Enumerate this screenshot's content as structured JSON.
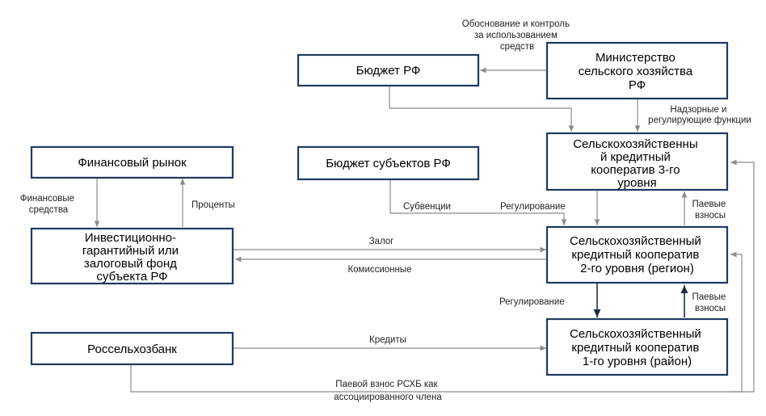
{
  "boxes": {
    "budget_rf": "Бюджет РФ",
    "ministry": [
      "Министерство",
      "сельского хозяйства",
      "РФ"
    ],
    "fin_market": "Финансовый рынок",
    "budget_subjects": "Бюджет субъектов РФ",
    "coop3": [
      "Сельскохозяйственны",
      "й кредитный",
      "кооператив 3-го",
      "уровня"
    ],
    "fund": [
      "Инвестиционно-",
      "гарантийный или",
      "залоговый фонд",
      "субъекта РФ"
    ],
    "coop2": [
      "Сельскохозяйственный",
      "кредитный кооператив",
      "2-го уровня (регион)"
    ],
    "rosselkhozbank": "Россельхозбанк",
    "coop1": [
      "Сельскохозяйственный",
      "кредитный кооператив",
      "1-го уровня (район)"
    ]
  },
  "labels": {
    "justification": [
      "Обоснование и контроль",
      "за использованием",
      "средств"
    ],
    "supervisory": [
      "Надзорные и",
      "регулирующие функции"
    ],
    "fin_funds": [
      "Финансовые",
      "средства"
    ],
    "interest": "Проценты",
    "subsidies": "Субвенции",
    "regulation_top": "Регулирование",
    "share_top": [
      "Паевые",
      "взносы"
    ],
    "pledge": "Залог",
    "commission": "Комиссионные",
    "regulation_mid": "Регулирование",
    "share_mid": [
      "Паевые",
      "взносы"
    ],
    "credits": "Кредиты",
    "rshb_share": [
      "Паевой взнос РСХБ как",
      "ассоциированного члена"
    ]
  }
}
